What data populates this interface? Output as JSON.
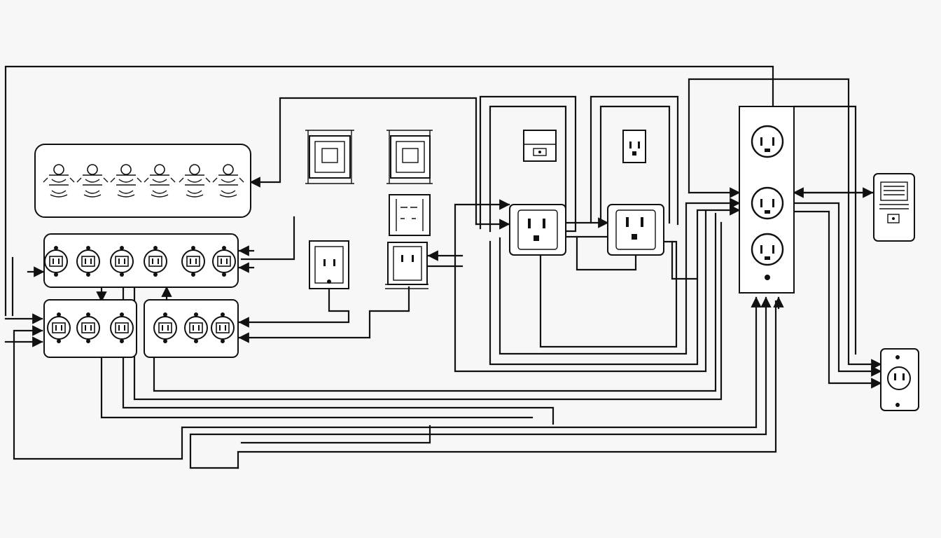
{
  "diagram": {
    "kind": "outlet-wiring-diagram",
    "stroke_color": "#111111",
    "background": "#f7f7f7",
    "components": {
      "cartoon_panel": {
        "icons": 6,
        "icon_name": "figure-icon"
      },
      "outlet_row_top": {
        "icons": 6,
        "icon_name": "round-outlet-icon"
      },
      "outlet_row_bottom_left": {
        "icons": 3,
        "icon_name": "round-outlet-icon"
      },
      "outlet_row_bottom_right": {
        "icons": 3,
        "icon_name": "round-outlet-icon"
      },
      "small_switch_boxes": {
        "count": 5,
        "icon_name": "wall-plate-icon"
      },
      "receptacles": {
        "count": 4,
        "icon_name": "receptacle-icon"
      },
      "power_strip": {
        "receptacles": 3,
        "icon_name": "power-strip-icon"
      },
      "side_devices": [
        "panel-icon",
        "single-outlet-icon"
      ]
    }
  }
}
